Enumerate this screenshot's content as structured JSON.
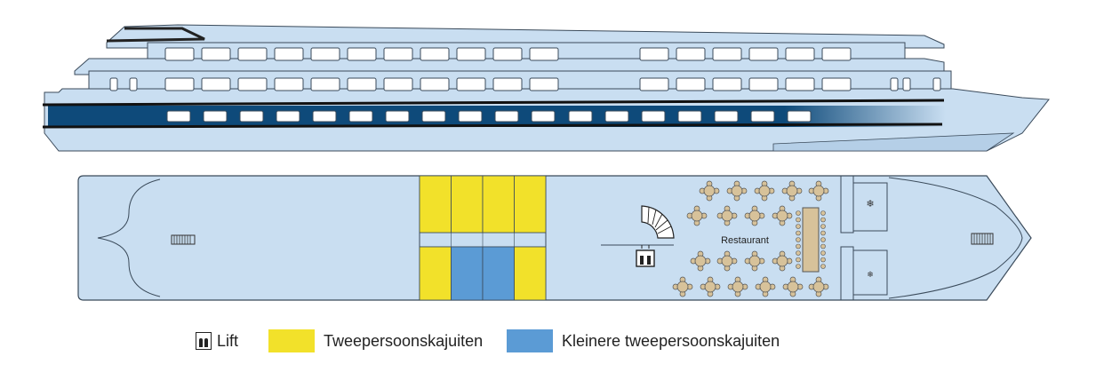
{
  "labels": {
    "restaurant": "Restaurant"
  },
  "legend": {
    "lift_label": "Lift",
    "double_cabins_label": "Tweepersoonskajuiten",
    "small_double_cabins_label": "Kleinere tweepersoonskajuiten"
  },
  "colors": {
    "hull": "#c9def1",
    "hull_dark": "#b5cfe7",
    "stripe": "#0e4a7a",
    "outline": "#3a4a5a",
    "double_cabin": "#f2e12a",
    "small_double_cabin": "#5b9bd5",
    "table": "#d7c29a"
  },
  "icons": [
    "lift-icon",
    "stairs-icon",
    "spiral-staircase-icon",
    "snowflake-icon"
  ]
}
